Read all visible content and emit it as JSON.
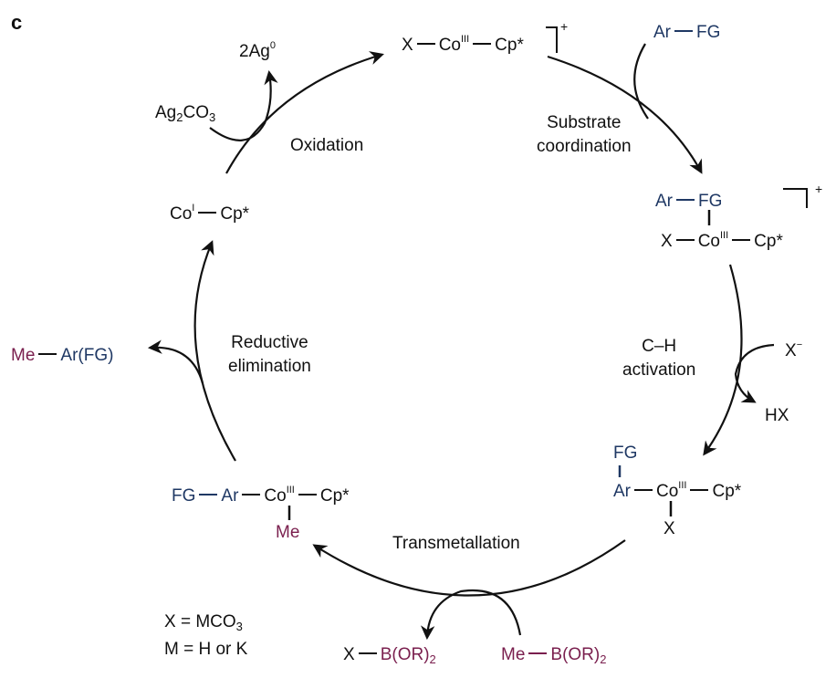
{
  "panel_label": "c",
  "colors": {
    "aryl": "#1f3864",
    "methyl": "#7a1f4e",
    "ink": "#111111"
  },
  "complexes": {
    "top": {
      "x": "X",
      "metal": "Co",
      "ox": "III",
      "ligand": "Cp*",
      "charge": "+"
    },
    "right_upper": {
      "ar": "Ar",
      "fg": "FG",
      "x": "X",
      "metal": "Co",
      "ox": "III",
      "ligand": "Cp*",
      "charge": "+"
    },
    "right_lower": {
      "fg": "FG",
      "ar": "Ar",
      "metal": "Co",
      "ox": "III",
      "ligand": "Cp*",
      "x": "X"
    },
    "bottom_left": {
      "fg": "FG",
      "ar": "Ar",
      "metal": "Co",
      "ox": "III",
      "ligand": "Cp*",
      "me": "Me"
    },
    "left": {
      "metal": "Co",
      "ox": "I",
      "ligand": "Cp*"
    }
  },
  "steps": {
    "substrate_coordination": [
      "Substrate",
      "coordination"
    ],
    "ch_activation": [
      "C–H",
      "activation"
    ],
    "transmetallation": [
      "Transmetallation"
    ],
    "reductive_elimination": [
      "Reductive",
      "elimination"
    ],
    "oxidation": [
      "Oxidation"
    ]
  },
  "reagents": {
    "substrate": {
      "ar": "Ar",
      "fg": "FG"
    },
    "base_in": {
      "x": "X",
      "charge": "−"
    },
    "acid_out": "HX",
    "boron_in": {
      "me": "Me",
      "b": "B(OR)",
      "sub": "2"
    },
    "boron_out": {
      "x": "X",
      "b": "B(OR)",
      "sub": "2"
    },
    "product": {
      "me": "Me",
      "arfg": "Ar(FG)"
    },
    "oxidant_in": {
      "text": "Ag",
      "sub": "2",
      "rest": "CO",
      "sub2": "3"
    },
    "oxidant_out": {
      "text": "2Ag",
      "sup": "0"
    }
  },
  "legend": {
    "line1": {
      "text": "X = MCO",
      "sub": "3"
    },
    "line2": "M = H or K"
  }
}
